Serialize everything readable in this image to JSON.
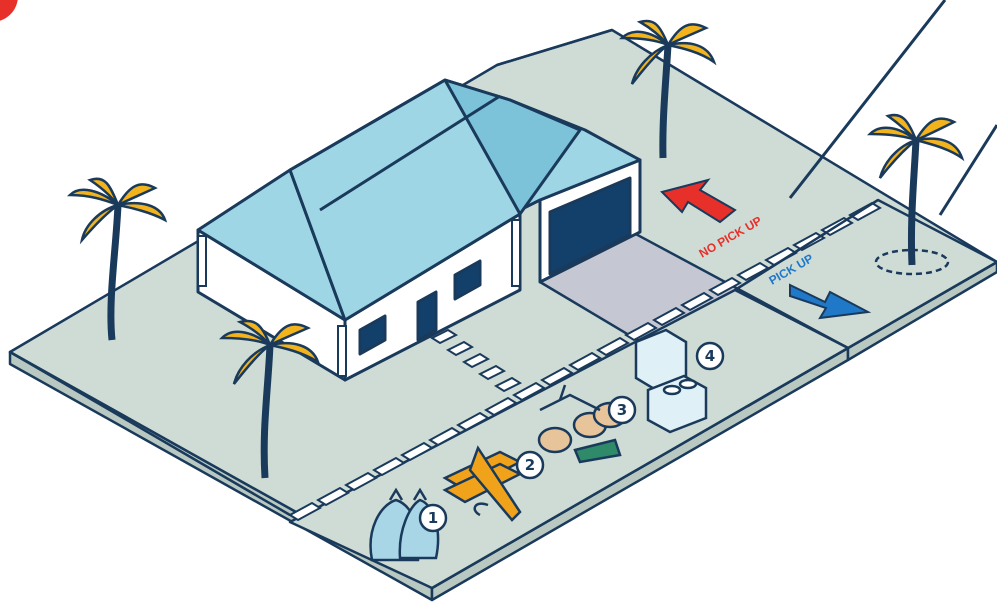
{
  "labels": {
    "no_pick_up": "NO PICK UP",
    "pick_up": "PICK UP"
  },
  "items": [
    {
      "number": "1",
      "icon": "trash-bags-icon"
    },
    {
      "number": "2",
      "icon": "lumber-icon"
    },
    {
      "number": "3",
      "icon": "yard-waste-icon"
    },
    {
      "number": "4",
      "icon": "appliances-icon"
    }
  ],
  "colors": {
    "outline": "#1a3a5c",
    "lawn": "#cfdcd6",
    "roof": "#9fd6e6",
    "roof_dark": "#7cc3d9",
    "driveway": "#c5c8d3",
    "no_pick_up": "#e8302b",
    "pick_up": "#1f78c8",
    "palm_leaves": "#f2b31c",
    "lumber": "#f0a31a",
    "bags": "#a9d6e6",
    "corner_badge": "#e8302b"
  }
}
